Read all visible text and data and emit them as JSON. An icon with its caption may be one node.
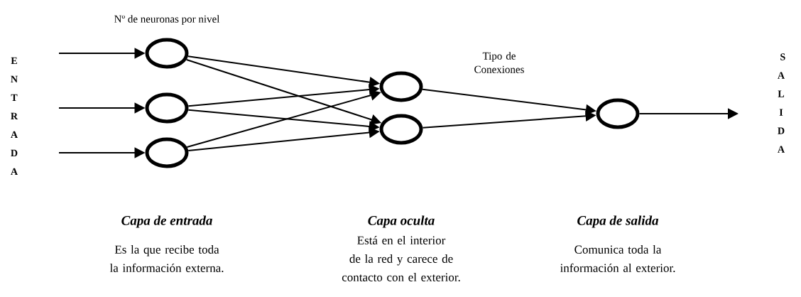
{
  "diagram": {
    "nodes": [
      {
        "text": [],
        "shape": "ellipse"
      },
      {
        "text": [],
        "shape": "ellipse"
      },
      {
        "text": [],
        "shape": "ellipse"
      },
      {
        "text": [],
        "shape": "ellipse"
      },
      {
        "text": [],
        "shape": "ellipse"
      },
      {
        "text": [],
        "shape": "ellipse"
      }
    ],
    "edges": [
      {
        "from": null,
        "to": 0,
        "arrow": "to"
      },
      {
        "from": null,
        "to": 1,
        "arrow": "to"
      },
      {
        "from": null,
        "to": 2,
        "arrow": "to"
      },
      {
        "from": 0,
        "to": 3,
        "arrow": "to"
      },
      {
        "from": 0,
        "to": 4,
        "arrow": "to"
      },
      {
        "from": 1,
        "to": 3,
        "arrow": "to"
      },
      {
        "from": 1,
        "to": 4,
        "arrow": "to"
      },
      {
        "from": 2,
        "to": 3,
        "arrow": "to"
      },
      {
        "from": 2,
        "to": 4,
        "arrow": "to"
      },
      {
        "from": 3,
        "to": 5,
        "arrow": "to"
      },
      {
        "from": 4,
        "to": 5,
        "arrow": "to"
      },
      {
        "from": 5,
        "to": null,
        "arrow": "to"
      }
    ],
    "labels": [
      "Nº de neuronas por nivel",
      "ENTRADA",
      "Tipo de Conexiones",
      "SALIDA",
      "Capa de entrada",
      "Capa oculta",
      "Capa de salida",
      "Es la que recibe toda la información externa.",
      "Está en el interior de la red y carece de contacto con el exterior.",
      "Comunica toda la información al exterior."
    ]
  }
}
